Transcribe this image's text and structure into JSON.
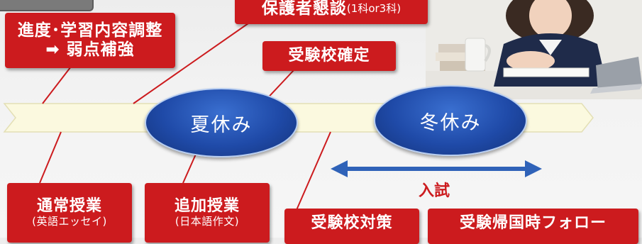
{
  "timeline": {
    "meeting": {
      "label": "保護者懇談",
      "note": "(1科or3科)"
    },
    "progress": {
      "line1": "進度･学習内容調整",
      "line2": "➡ 弱点補強"
    },
    "school_decided": "受験校確定",
    "summer": "夏休み",
    "winter": "冬休み",
    "exam": "入試",
    "regular": {
      "label": "通常授業",
      "note": "(英語エッセイ)"
    },
    "extra": {
      "label": "追加授業",
      "note": "(日本語作文)"
    },
    "school_prep": "受験校対策",
    "return_follow": "受験帰国時フォロー"
  },
  "colors": {
    "label_red": "#cc1b1e",
    "oval_blue": "#1f4aa8",
    "timeline_cream": "#fbf9df",
    "arrow_blue": "#2f62b8"
  }
}
